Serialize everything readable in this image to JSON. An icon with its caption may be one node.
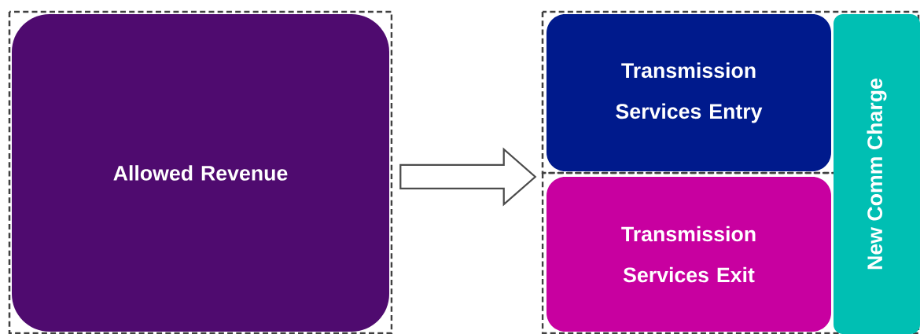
{
  "diagram": {
    "nodes": [
      {
        "text": [
          "Allowed Revenue"
        ]
      },
      {
        "text": [
          "Transmission Services Entry"
        ]
      },
      {
        "text": [
          "Transmission Services Exit"
        ]
      },
      {
        "text": [
          "New Comm Charge"
        ]
      }
    ],
    "edges": [
      {
        "from": 0,
        "to": 1,
        "arrow": "to"
      }
    ]
  }
}
